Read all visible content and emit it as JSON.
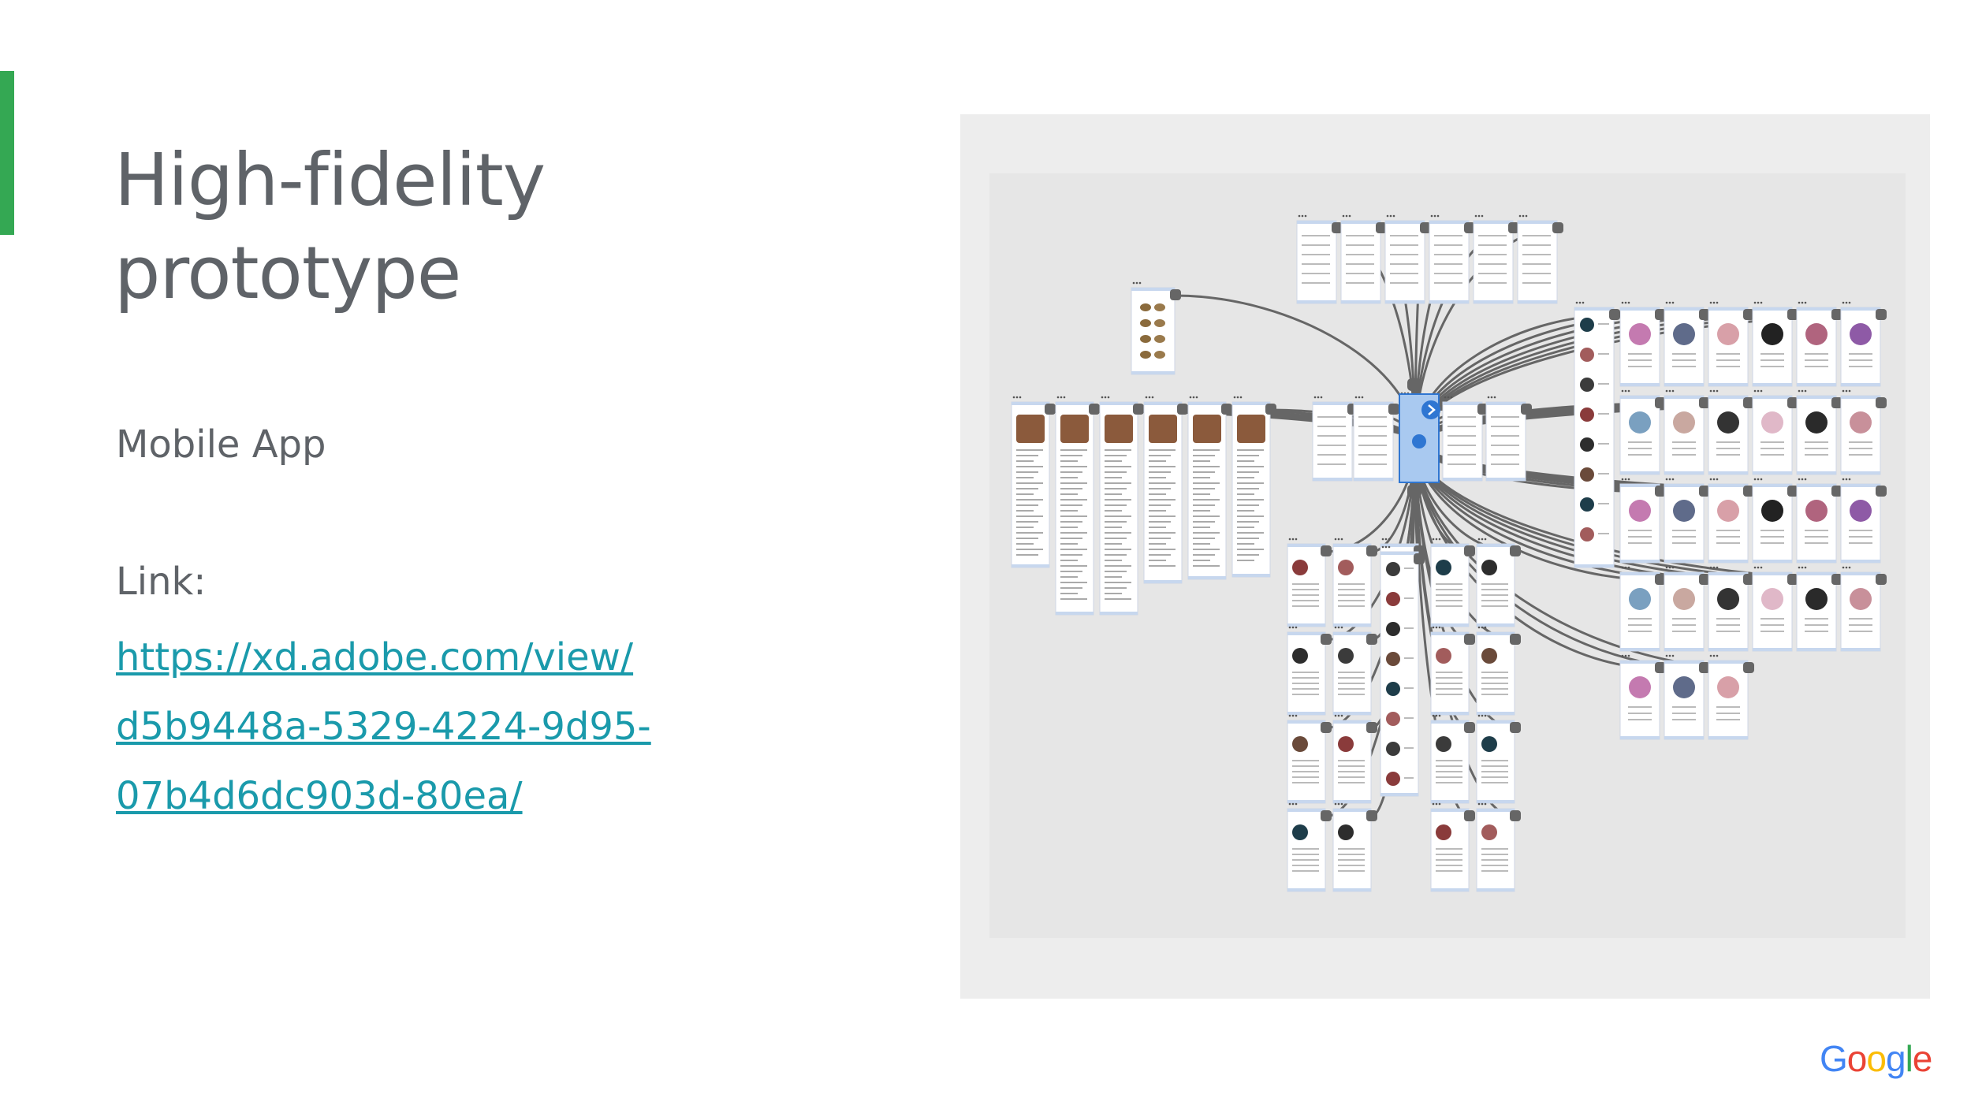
{
  "slide": {
    "title_line1": "High-fidelity",
    "title_line2": "prototype",
    "subtitle": "Mobile App",
    "link_label": "Link:",
    "link_line1": "https://xd.adobe.com/view/",
    "link_line2": "d5b9448a-5329-4224-9d95-",
    "link_line3": "07b4d6dc903d-80ea/",
    "accent_color": "#34a853",
    "link_color": "#1a9aab"
  },
  "logo": {
    "letters": [
      "G",
      "o",
      "o",
      "g",
      "l",
      "e"
    ],
    "colors": [
      "#4285f4",
      "#ea4335",
      "#fbbc05",
      "#4285f4",
      "#34a853",
      "#ea4335"
    ]
  },
  "prototype": {
    "description_icon": "adobe-xd-prototype-flow-image"
  }
}
